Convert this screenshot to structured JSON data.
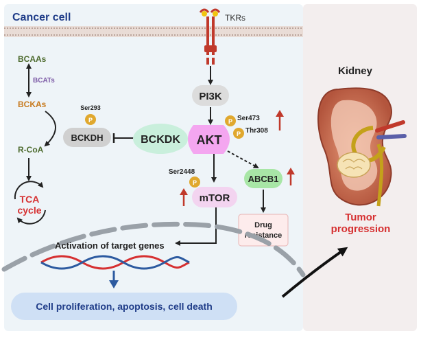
{
  "cell_title": "Cancer cell",
  "receptor_label": "TKRs",
  "metabolism": {
    "bcaas": "BCAAs",
    "bcats": "BCATs",
    "bckas": "BCKAs",
    "rcoa": "R-CoA",
    "tca_line1": "TCA",
    "tca_line2": "cycle"
  },
  "nodes": {
    "pi3k": "PI3K",
    "bckdk": "BCKDK",
    "akt": "AKT",
    "bckdh": "BCKDH",
    "mtor": "mTOR",
    "abcb1": "ABCB1",
    "drug_line1": "Drug",
    "drug_line2": "resistance"
  },
  "phospho": {
    "p": "P",
    "ser293": "Ser293",
    "ser473": "Ser473",
    "thr308": "Thr308",
    "ser2448": "Ser2448"
  },
  "nucleus": {
    "activation": "Activation of target genes",
    "outcome": "Cell proliferation, apoptosis, cell death"
  },
  "kidney_panel": {
    "title": "Kidney",
    "tumor_line1": "Tumor",
    "tumor_line2": "progression"
  },
  "colors": {
    "title_blue": "#1f3c88",
    "metab_green": "#4d6b2e",
    "bckas_orange": "#c77a1e",
    "bcats_purple": "#7c5aa6",
    "tca_red": "#d63031",
    "up_arrow_red": "#c0392b",
    "akt_pink": "#f4a6f0",
    "bckdk_green": "#c9efdc",
    "abcb1_green": "#a8e6a6",
    "phospho_gold": "#e0a82e",
    "tumor_red": "#d63031"
  }
}
